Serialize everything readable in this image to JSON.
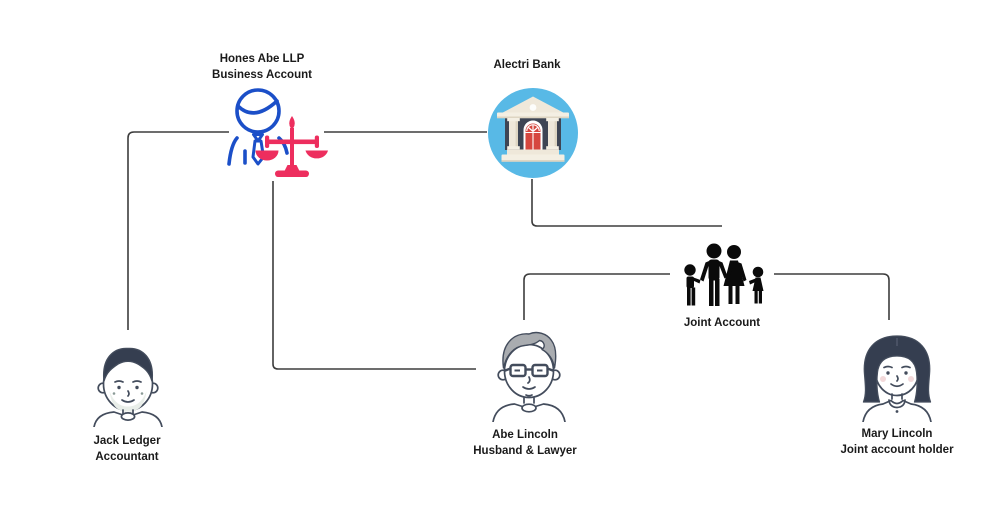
{
  "diagram": {
    "nodes": {
      "business_account": {
        "line1": "Hones Abe LLP",
        "line2": "Business Account",
        "icon": "lawyer-scales-icon"
      },
      "bank": {
        "label": "Alectri Bank",
        "icon": "bank-building-icon"
      },
      "joint_account": {
        "label": "Joint Account",
        "icon": "family-icon"
      },
      "accountant": {
        "name": "Jack Ledger",
        "role": "Accountant",
        "icon": "man-avatar-icon"
      },
      "husband": {
        "name": "Abe Lincoln",
        "role": "Husband & Lawyer",
        "icon": "man-glasses-avatar-icon"
      },
      "joint_holder": {
        "name": "Mary Lincoln",
        "role": "Joint account holder",
        "icon": "woman-avatar-icon"
      }
    },
    "edges": [
      {
        "from": "business_account",
        "to": "accountant"
      },
      {
        "from": "business_account",
        "to": "bank"
      },
      {
        "from": "business_account",
        "to": "husband"
      },
      {
        "from": "bank",
        "to": "joint_account"
      },
      {
        "from": "joint_account",
        "to": "husband"
      },
      {
        "from": "joint_account",
        "to": "joint_holder"
      }
    ],
    "colors": {
      "background": "#ffffff",
      "line": "#3d3d3d",
      "text": "#1a1a1a",
      "lawyer_blue": "#1b4fc8",
      "scales_pink": "#ed2e5e",
      "bank_circle": "#58b9e6",
      "bank_cream": "#efe8da",
      "bank_cream_light": "#f4efe3",
      "bank_cream_shadow": "#ded5c2",
      "bank_dark": "#3e4554",
      "bank_red": "#d6473f",
      "avatar_line": "#434c5c",
      "hair_dark": "#353e50",
      "hair_gray": "#a9acb0",
      "blush_pink": "#f3d9da",
      "beard_shade": "#e9eee9",
      "family_black": "#0a0a0a"
    }
  }
}
